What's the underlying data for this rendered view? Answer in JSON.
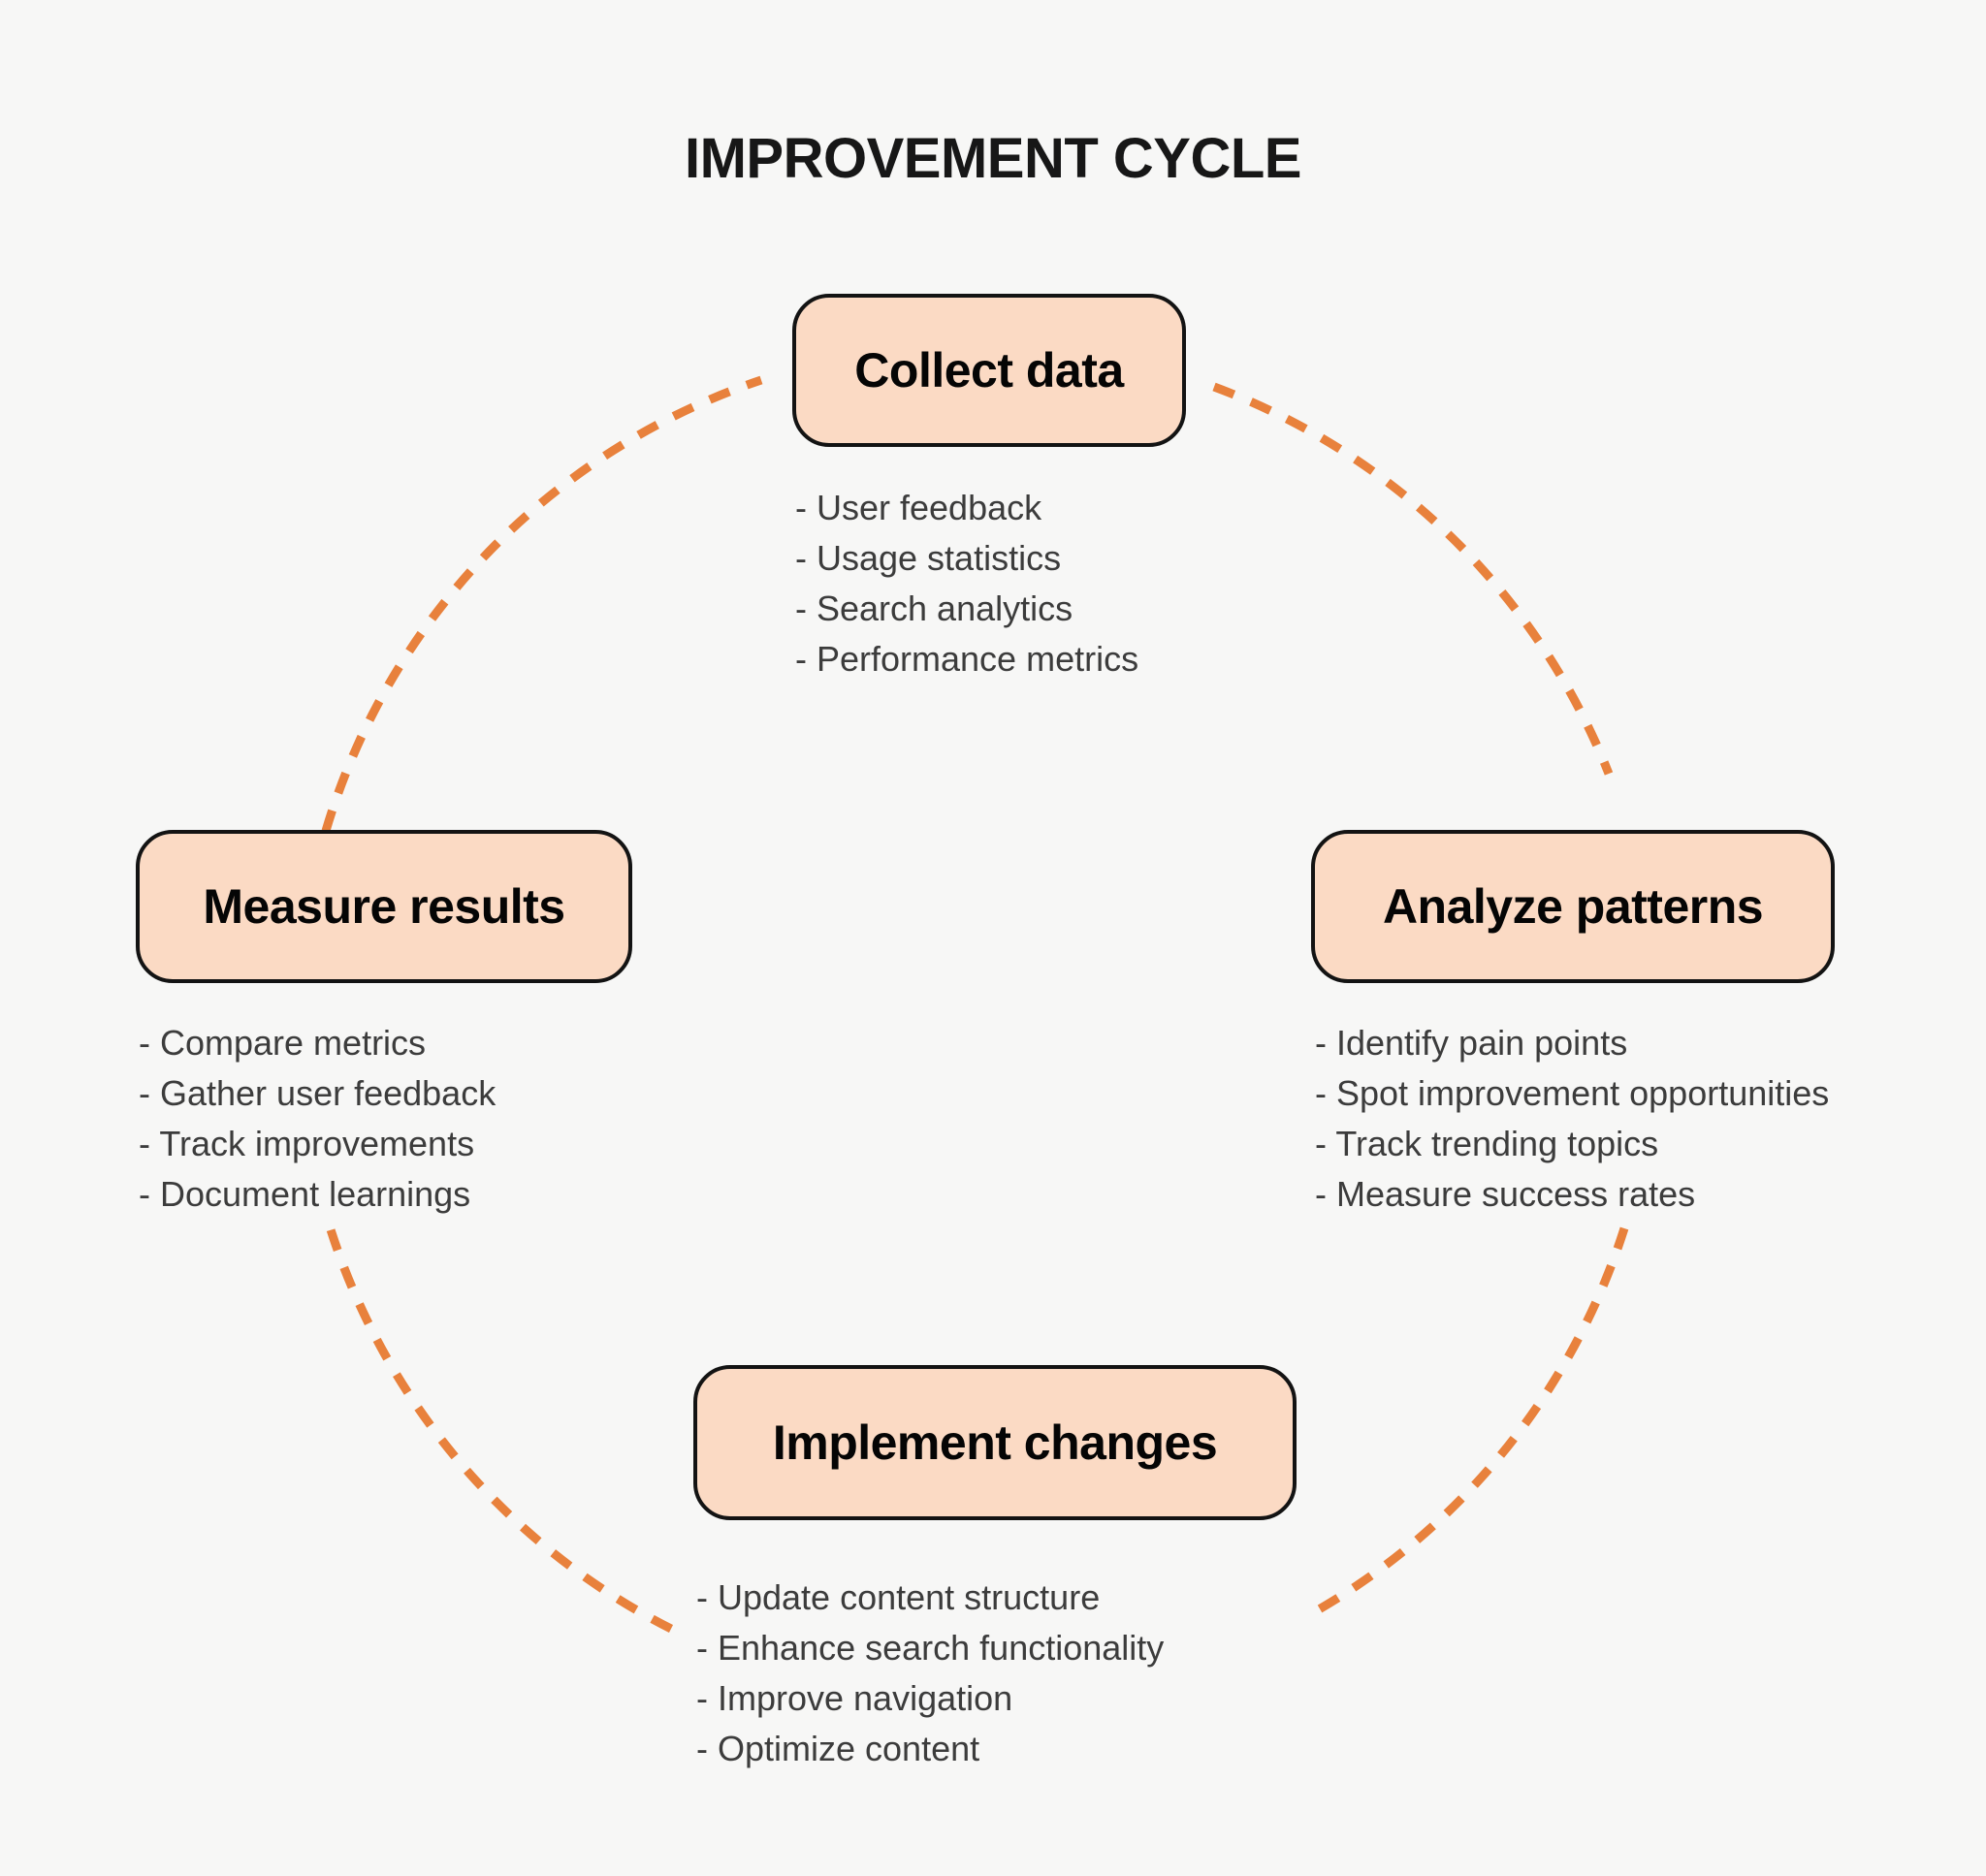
{
  "title": "IMPROVEMENT CYCLE",
  "colors": {
    "background": "#F7F7F6",
    "box_fill": "#FBDAC4",
    "box_border": "#131313",
    "title_text": "#171717",
    "label_text": "#050505",
    "list_text": "#3C3C3C",
    "dash": "#E8813C"
  },
  "nodes": [
    {
      "id": "collect-data",
      "label": "Collect data",
      "items": [
        "- User feedback",
        "- Usage statistics",
        "- Search analytics",
        "- Performance metrics"
      ]
    },
    {
      "id": "analyze-patterns",
      "label": "Analyze patterns",
      "items": [
        "- Identify pain points",
        "- Spot improvement opportunities",
        "- Track trending topics",
        "- Measure success rates"
      ]
    },
    {
      "id": "implement-changes",
      "label": "Implement changes",
      "items": [
        "- Update content structure",
        "- Enhance search functionality",
        "- Improve navigation",
        "- Optimize content"
      ]
    },
    {
      "id": "measure-results",
      "label": "Measure results",
      "items": [
        "- Compare metrics",
        "- Gather user feedback",
        "- Track improvements",
        "- Document learnings"
      ]
    }
  ]
}
